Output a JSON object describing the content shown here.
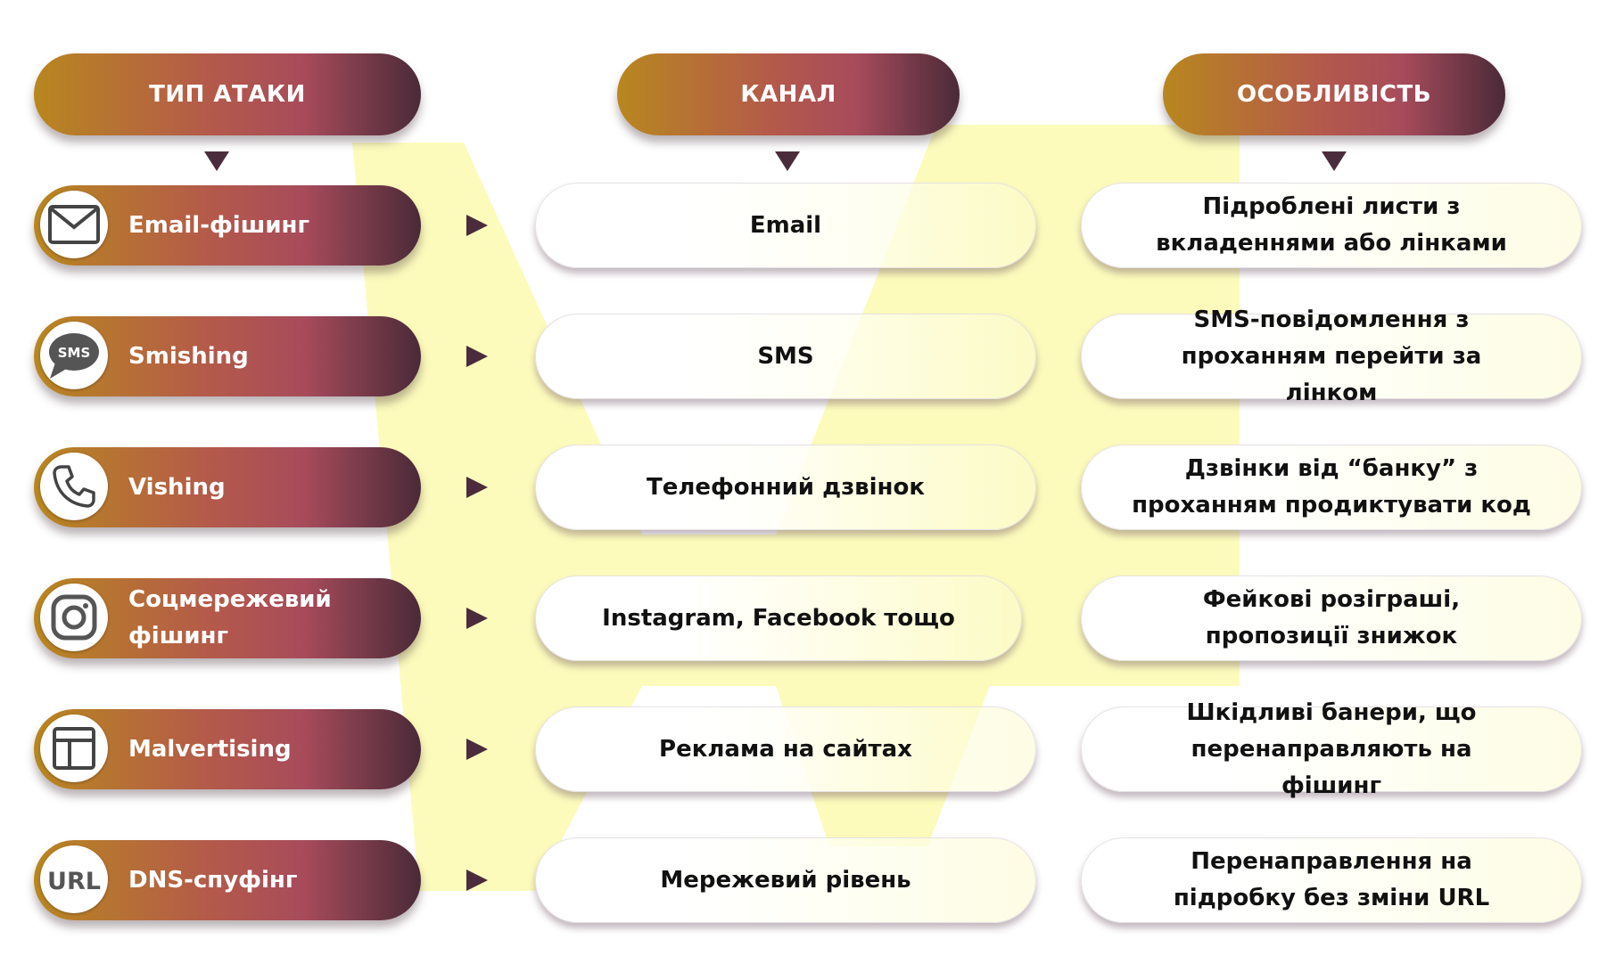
{
  "headers": {
    "attack_type": "ТИП АТАКИ",
    "channel": "КАНАЛ",
    "feature": "ОСОБЛИВІСТЬ"
  },
  "icons": {
    "sms_text": "SMS",
    "url_text": "URL"
  },
  "rows": [
    {
      "type": "Email-фішинг",
      "icon": "envelope-icon",
      "channel": "Email",
      "feature": "Підроблені листи з вкладеннями або лінками"
    },
    {
      "type": "Smishing",
      "icon": "sms-bubble-icon",
      "channel": "SMS",
      "feature": "SMS-повідомлення з проханням перейти за лінком"
    },
    {
      "type": "Vishing",
      "icon": "phone-icon",
      "channel": "Телефонний дзвінок",
      "feature": "Дзвінки від “банку” з проханням продиктувати код"
    },
    {
      "type": "Соцмережевий фішинг",
      "icon": "instagram-icon",
      "channel": "Instagram, Facebook тощо",
      "feature": "Фейкові розіграші, пропозиції знижок"
    },
    {
      "type": "Malvertising",
      "icon": "browser-layout-icon",
      "channel": "Реклама на сайтах",
      "feature": "Шкідливі банери, що перенаправляють на фішинг"
    },
    {
      "type": "DNS-спуфінг",
      "icon": "url-icon",
      "channel": "Мережевий рівень",
      "feature": "Перенаправлення на підробку без зміни URL"
    }
  ],
  "colors": {
    "gradient_start": "#b8871f",
    "gradient_mid": "#b45a4a",
    "gradient_end": "#4a2a38",
    "arrow": "#4a2c3c",
    "background_shape": "#fbfab0"
  }
}
